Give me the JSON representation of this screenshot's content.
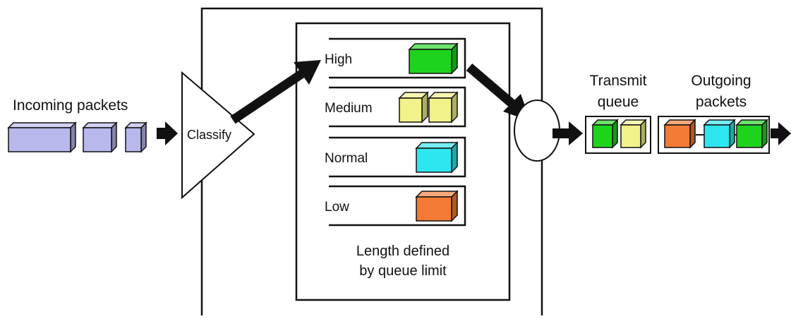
{
  "input": {
    "label": "Incoming packets"
  },
  "classifier": {
    "label": "Classify"
  },
  "queues": [
    {
      "label": "High",
      "packets": [
        "green"
      ]
    },
    {
      "label": "Medium",
      "packets": [
        "yellow",
        "yellow"
      ]
    },
    {
      "label": "Normal",
      "packets": [
        "cyan"
      ]
    },
    {
      "label": "Low",
      "packets": [
        "orange"
      ]
    }
  ],
  "queue_note": {
    "line1": "Length defined",
    "line2": "by queue limit"
  },
  "transmit": {
    "line1": "Transmit",
    "line2": "queue",
    "packets": [
      "green",
      "yellow"
    ]
  },
  "output": {
    "line1": "Outgoing",
    "line2": "packets",
    "packets": [
      "orange",
      "cyan",
      "green"
    ]
  },
  "colors": {
    "lavender": "#b8b8ec",
    "green": "#1ed31e",
    "yellow": "#f2f28a",
    "cyan": "#2ee6f0",
    "orange": "#f27a35",
    "line": "#111111"
  }
}
